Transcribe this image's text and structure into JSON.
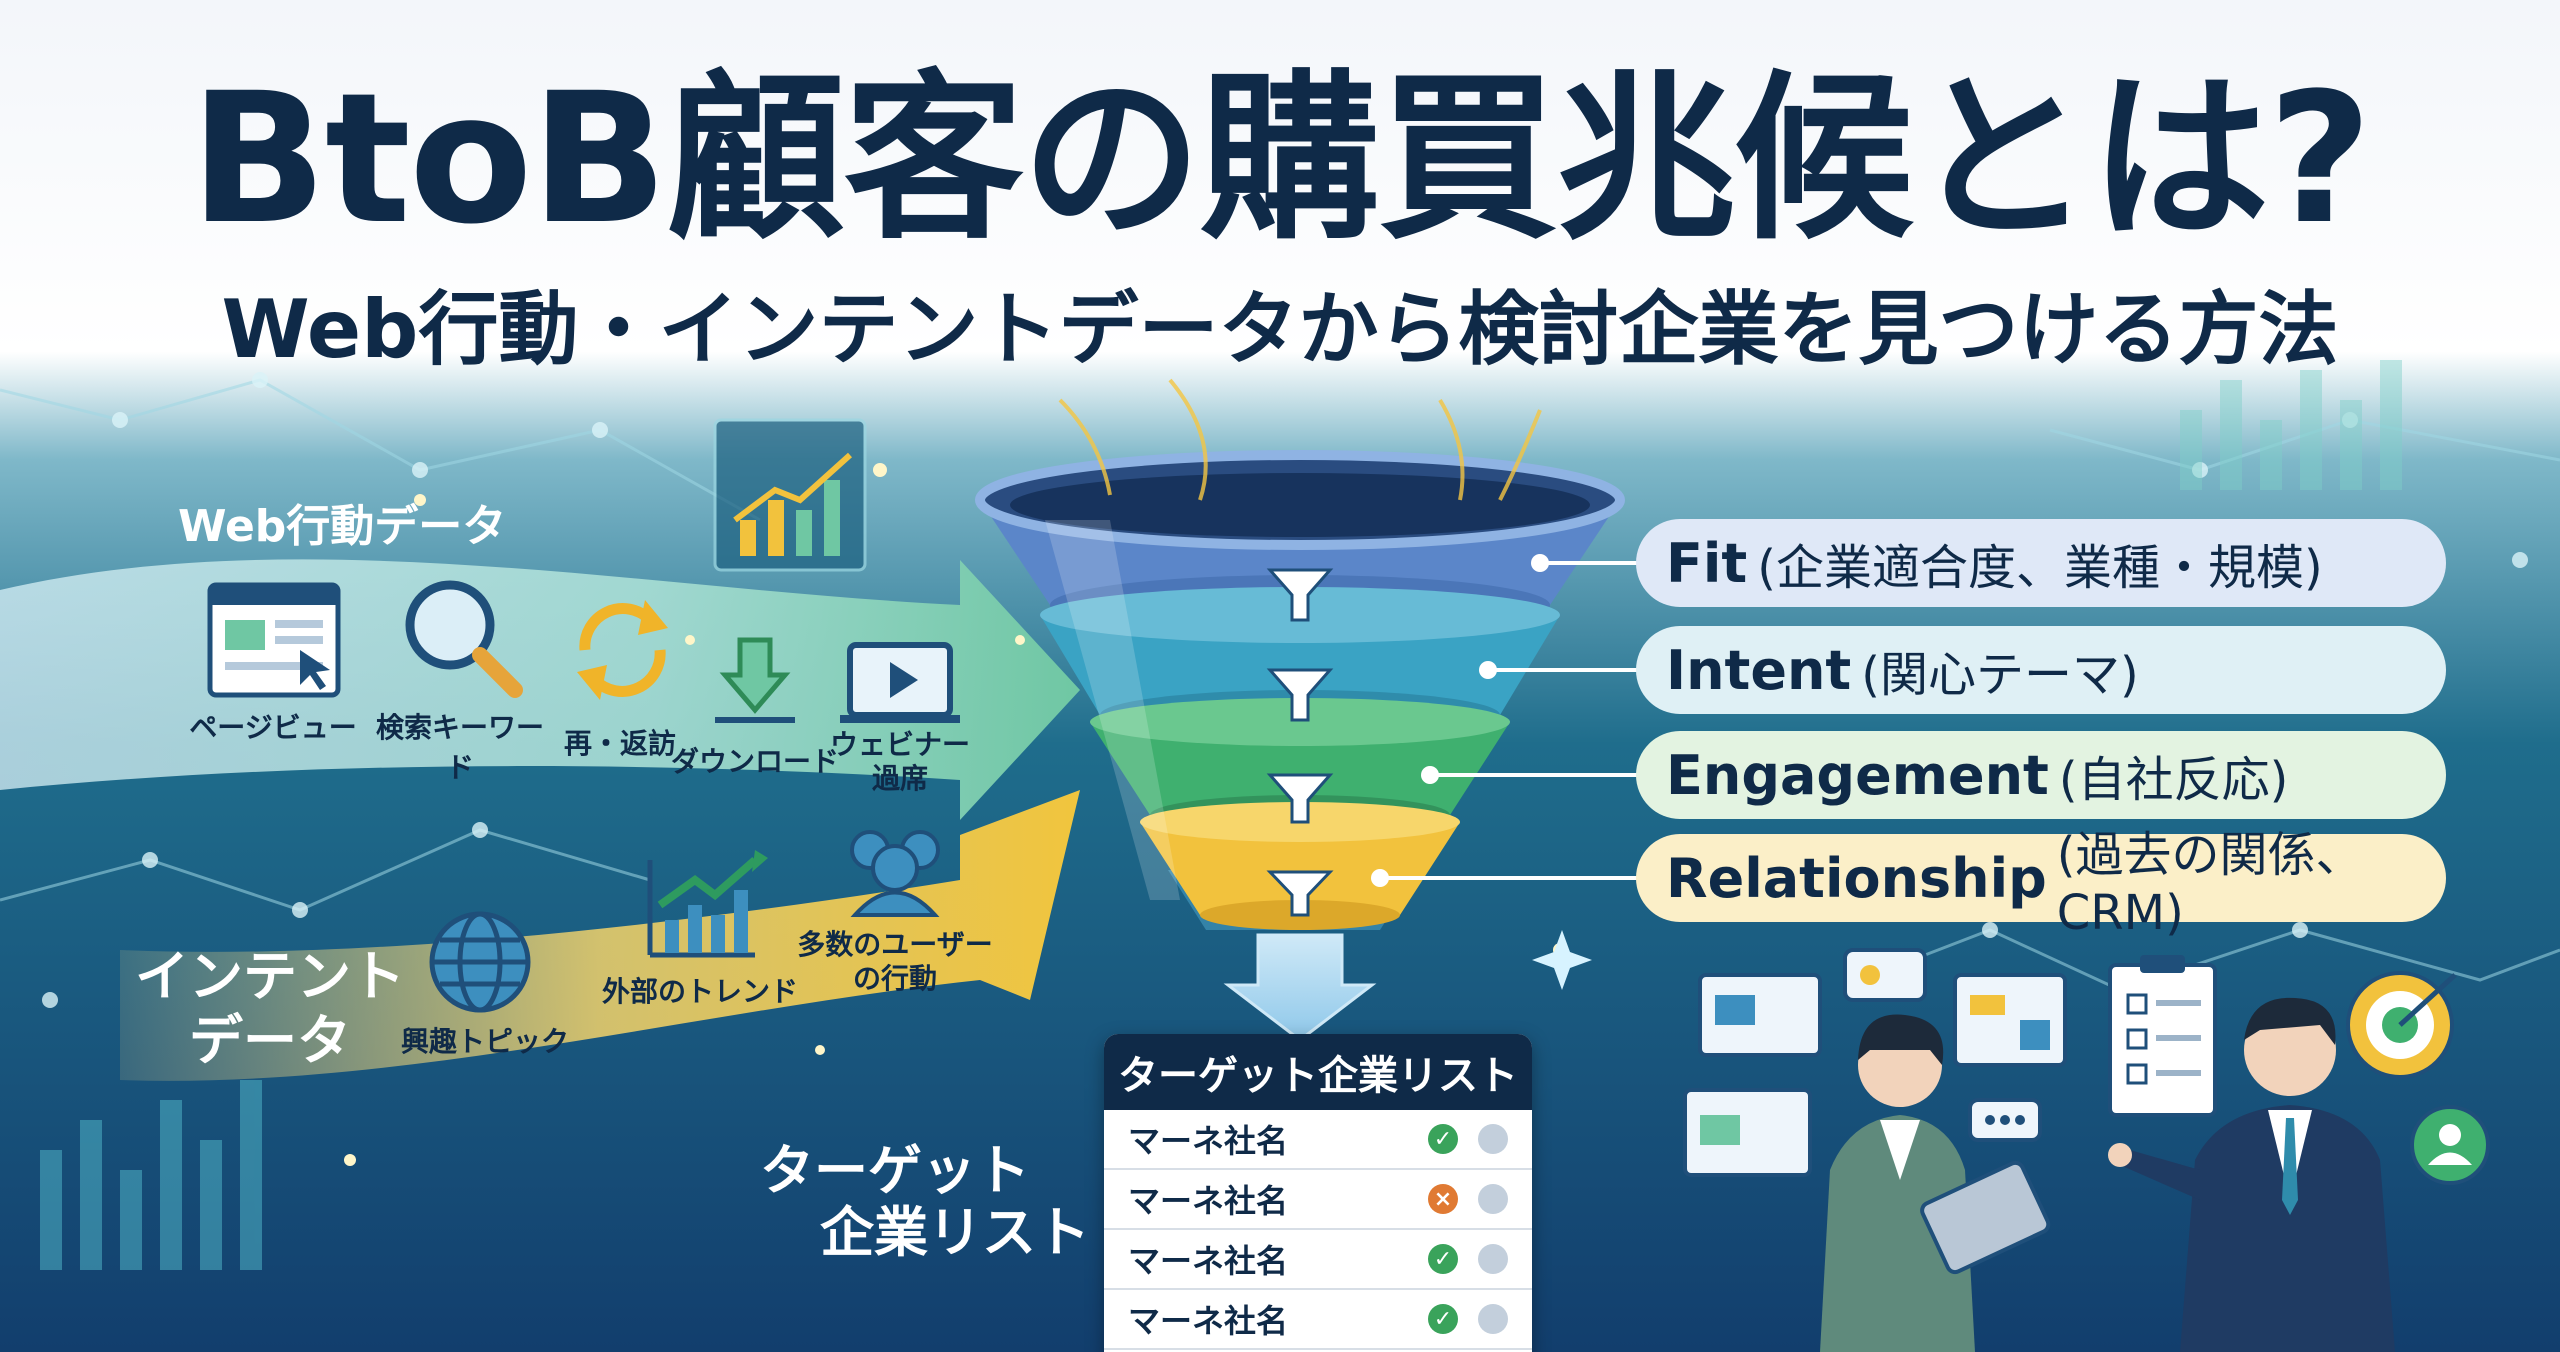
{
  "title": "BtoB顧客の購買兆候とは?",
  "subtitle": "Web行動・インテントデータから検討企業を見つける方法",
  "web_behavior": {
    "heading": "Web行動データ",
    "items": [
      {
        "label": "ページビュー",
        "icon": "browser-icon"
      },
      {
        "label": "検索キーワード",
        "icon": "magnifier-icon"
      },
      {
        "label": "再・返訪",
        "icon": "revisit-arrows-icon"
      },
      {
        "label": "ダウンロード",
        "icon": "download-icon"
      },
      {
        "label": "ウェビナー",
        "label2": "過席",
        "icon": "webinar-play-icon"
      }
    ]
  },
  "intent_data": {
    "heading_line1": "インテント",
    "heading_line2": "データ",
    "items": [
      {
        "label": "興趣トピック",
        "icon": "globe-icon"
      },
      {
        "label": "外部のトレンド",
        "icon": "trend-chart-icon"
      },
      {
        "label": "多数のユーザー",
        "label2": "の行動",
        "icon": "user-group-icon"
      }
    ]
  },
  "funnel_layers": [
    {
      "key": "Fit",
      "detail": "(企業適合度、業種・規模)",
      "color": "#5b86c9"
    },
    {
      "key": "Intent",
      "detail": "(関心テーマ)",
      "color": "#3aa3c4"
    },
    {
      "key": "Engagement",
      "detail": "(自社反応)",
      "color": "#3fb06f"
    },
    {
      "key": "Relationship",
      "detail": "(過去の関係、CRM)",
      "color": "#f2c23d"
    }
  ],
  "pill_colors": [
    "#dfe8f7",
    "#dff0f5",
    "#e3f3e1",
    "#fbefc8"
  ],
  "target_label": {
    "line1": "ターゲット",
    "line2": "企業リスト"
  },
  "target_list": {
    "header": "ターゲット企業リスト",
    "rows": [
      {
        "name": "マーネ社名",
        "status": "check",
        "color": "#3aa35b"
      },
      {
        "name": "マーネ社名",
        "status": "cross",
        "color": "#e07a33"
      },
      {
        "name": "マーネ社名",
        "status": "check",
        "color": "#3aa35b"
      },
      {
        "name": "マーネ社名",
        "status": "check",
        "color": "#3aa35b"
      }
    ]
  },
  "status_glyphs": {
    "check": "✓",
    "cross": "×"
  },
  "colors": {
    "navy": "#0f2a48",
    "teal": "#1a6f8e",
    "web_ribbon": "#b6e1ef",
    "intent_ribbon": "#f4c542"
  }
}
